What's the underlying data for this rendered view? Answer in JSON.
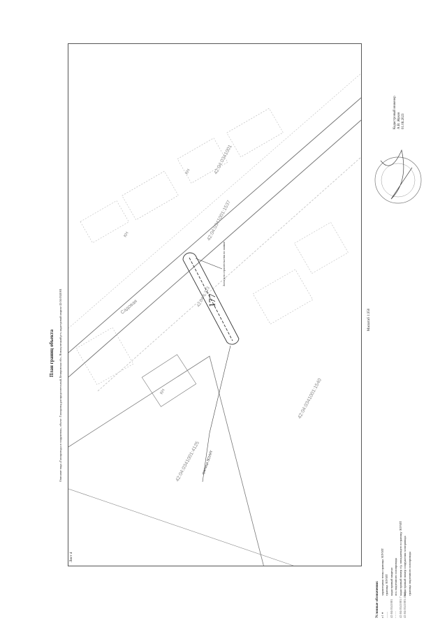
{
  "page_number": "177",
  "plan": {
    "title": "План границ объекта",
    "subtitle": "Описание вида «Газопроводы и сооружения», объект: Газопровод распределительный, Кемеровская обл., Новокузнецкий р-н, кадастровый квартал 42:04:0341001",
    "sheet": "Лист 4",
    "scale": "Масштаб 1:350"
  },
  "map_labels": {
    "parcel_1": "42:04:0341001:4125",
    "parcel_2": "42:04:0341001:1540",
    "parcel_3": "42:04:0341001",
    "parcel_4": "42:04:0341001:1537",
    "zone": "42:04-6.323",
    "street": "Садовая",
    "kn_1": "КН",
    "kn_2": "КН",
    "kn_3": "КН",
    "zone_note": "Зона для строительства по заявке",
    "callout": "граница ЗОУИТ"
  },
  "legend": {
    "title": "Условные обозначения:",
    "items": [
      {
        "sym": "н1 ●",
        "text": "характерная точка границы ЗОУИТ"
      },
      {
        "sym": "——",
        "text": "граница ЗОУИТ"
      },
      {
        "sym": "42:04:0341001",
        "text": "кадастровый квартал"
      },
      {
        "sym": "- - - -",
        "text": "ось подземного газопровода"
      },
      {
        "sym": "42:04:0341001:7",
        "text": "кадастровый номер з/у, попадающего в границу ЗОУИТ"
      },
      {
        "sym": "42:04:0341001:4069",
        "text": "кадастровый номер сооружения газопровода"
      },
      {
        "sym": "",
        "text": "граница подземного газопровода"
      }
    ]
  },
  "engineer": {
    "role": "Кадастровый инженер",
    "name": "А.В. Жуков",
    "date": "01.06.2023"
  }
}
